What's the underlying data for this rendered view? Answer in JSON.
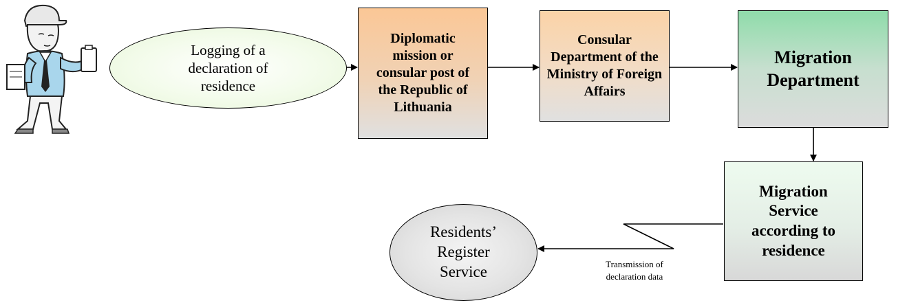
{
  "icons": {
    "person": "person-with-clipboard-icon"
  },
  "nodes": {
    "logging": {
      "label": "Logging of a\ndeclaration of\nresidence",
      "shape": "ellipse"
    },
    "diplomatic": {
      "label": "Diplomatic\nmission or\nconsular post of\nthe Republic of\nLithuania",
      "shape": "box"
    },
    "consular": {
      "label": "Consular\nDepartment of the\nMinistry of Foreign\nAffairs",
      "shape": "box"
    },
    "migration_department": {
      "label": "Migration\nDepartment",
      "shape": "box"
    },
    "migration_service": {
      "label": "Migration\nService\naccording to\nresidence",
      "shape": "box"
    },
    "residents_register": {
      "label": "Residents’\nRegister\nService",
      "shape": "ellipse"
    }
  },
  "edges": [
    {
      "from": "logging",
      "to": "diplomatic"
    },
    {
      "from": "diplomatic",
      "to": "consular"
    },
    {
      "from": "consular",
      "to": "migration_department"
    },
    {
      "from": "migration_department",
      "to": "migration_service"
    },
    {
      "from": "migration_service",
      "to": "residents_register",
      "style": "lightning",
      "label": "Transmission of\ndeclaration data"
    }
  ],
  "colors": {
    "logging_fill": "#e6f6d8",
    "diplomatic_fill": "#fbc796",
    "consular_fill": "#fbd3a7",
    "migration_department_fill": "#8fdcaa",
    "migration_service_fill": "#eefbef",
    "residents_fill": "#e4e4e4"
  }
}
